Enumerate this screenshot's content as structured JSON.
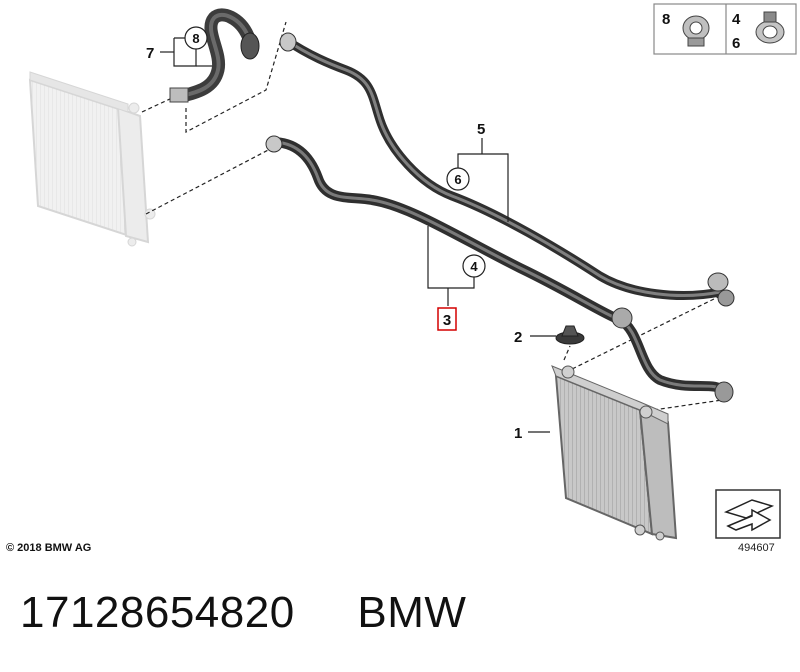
{
  "diagram": {
    "callouts": {
      "c1": "1",
      "c2": "2",
      "c3": "3",
      "c4": "4",
      "c5": "5",
      "c6": "6",
      "c7": "7",
      "c8": "8"
    },
    "legend": {
      "left_number": "8",
      "right_top_number": "4",
      "right_bottom_number": "6"
    },
    "highlight_color": "#d40000"
  },
  "copyright": "© 2018 BMW AG",
  "drawing_number": "494607",
  "footer": {
    "part_number": "17128654820",
    "brand": "BMW"
  }
}
